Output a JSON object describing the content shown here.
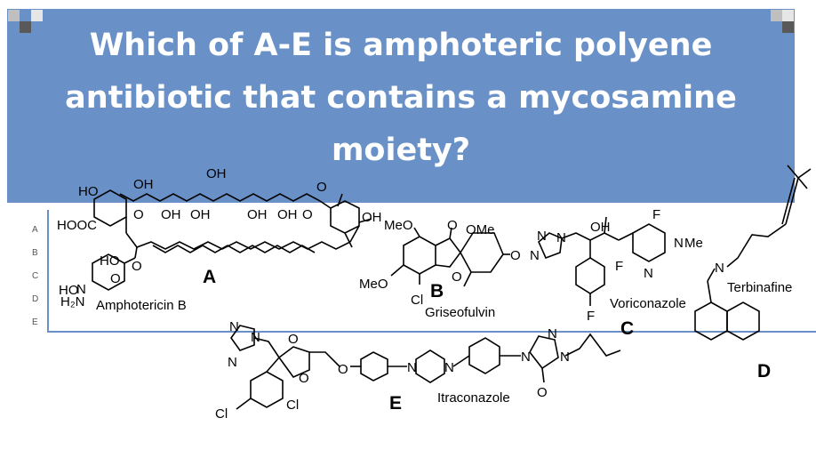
{
  "question": {
    "line1": "Which of A-E is amphoteric polyene",
    "line2": "antibiotic that contains a mycosamine",
    "line3": "moiety?"
  },
  "row_letters": [
    "A",
    "B",
    "C",
    "D",
    "E"
  ],
  "compounds": {
    "A": {
      "letter": "A",
      "name": "Amphotericin B"
    },
    "B": {
      "letter": "B",
      "name": "Griseofulvin"
    },
    "C": {
      "letter": "C",
      "name": "Voriconazole"
    },
    "D": {
      "letter": "D",
      "name": "Terbinafine"
    },
    "E": {
      "letter": "E",
      "name": "Itraconazole"
    }
  },
  "atoms": {
    "ho": "HO",
    "oh": "OH",
    "o": "O",
    "hooc": "HOOC",
    "n": "N",
    "cl": "Cl",
    "meo": "MeO",
    "ome": "OMe",
    "f": "F",
    "me": "Me",
    "h2n": "H₂N"
  },
  "colors": {
    "banner": "#6991c7",
    "text": "#ffffff",
    "square_dark": "#595959",
    "square_light": "#bfbfbf"
  }
}
